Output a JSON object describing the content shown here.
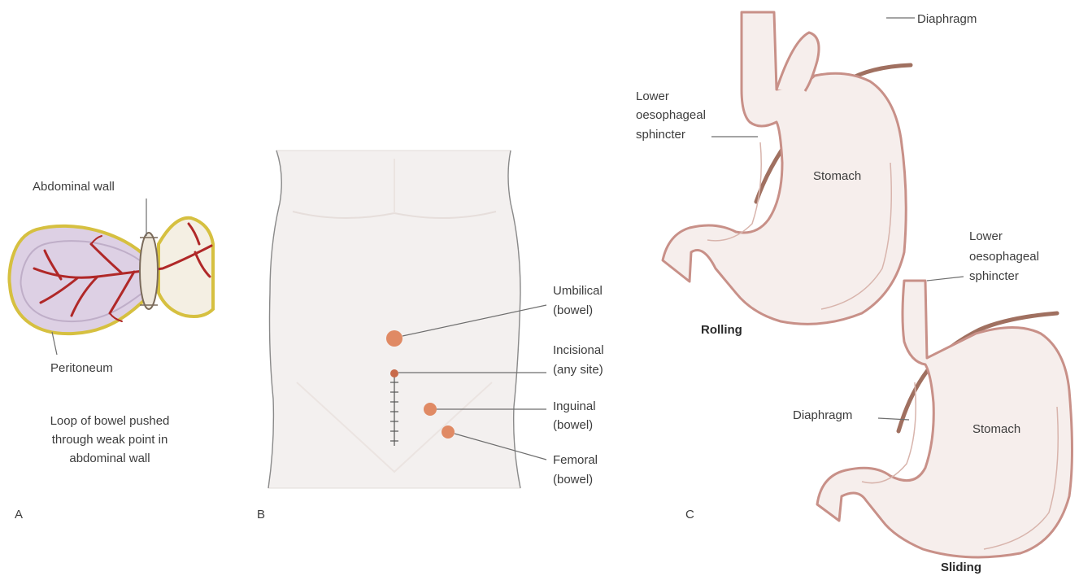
{
  "panels": {
    "a": {
      "letter": "A",
      "abdominal_wall": "Abdominal wall",
      "peritoneum": "Peritoneum",
      "caption": [
        "Loop of bowel pushed",
        "through weak point in",
        "abdominal wall"
      ]
    },
    "b": {
      "letter": "B",
      "sites": [
        {
          "name": "Umbilical",
          "detail": "(bowel)"
        },
        {
          "name": "Incisional",
          "detail": "(any site)"
        },
        {
          "name": "Inguinal",
          "detail": "(bowel)"
        },
        {
          "name": "Femoral",
          "detail": "(bowel)"
        }
      ]
    },
    "c": {
      "letter": "C",
      "rolling": {
        "title": "Rolling",
        "diaphragm": "Diaphragm",
        "sphincter": [
          "Lower",
          "oesophageal",
          "sphincter"
        ],
        "stomach": "Stomach"
      },
      "sliding": {
        "title": "Sliding",
        "diaphragm": "Diaphragm",
        "sphincter": [
          "Lower",
          "oesophageal",
          "sphincter"
        ],
        "stomach": "Stomach"
      }
    }
  },
  "colors": {
    "sac_fill": "#ddd0e4",
    "peritoneum": "#d6c040",
    "vessel": "#b02828",
    "hernia_dot": "#e08a64",
    "torso_fill": "#f3f0ef",
    "stomach_fill": "#f6eeec",
    "stomach_outline": "#c89088",
    "diaphragm": "#a07060"
  }
}
